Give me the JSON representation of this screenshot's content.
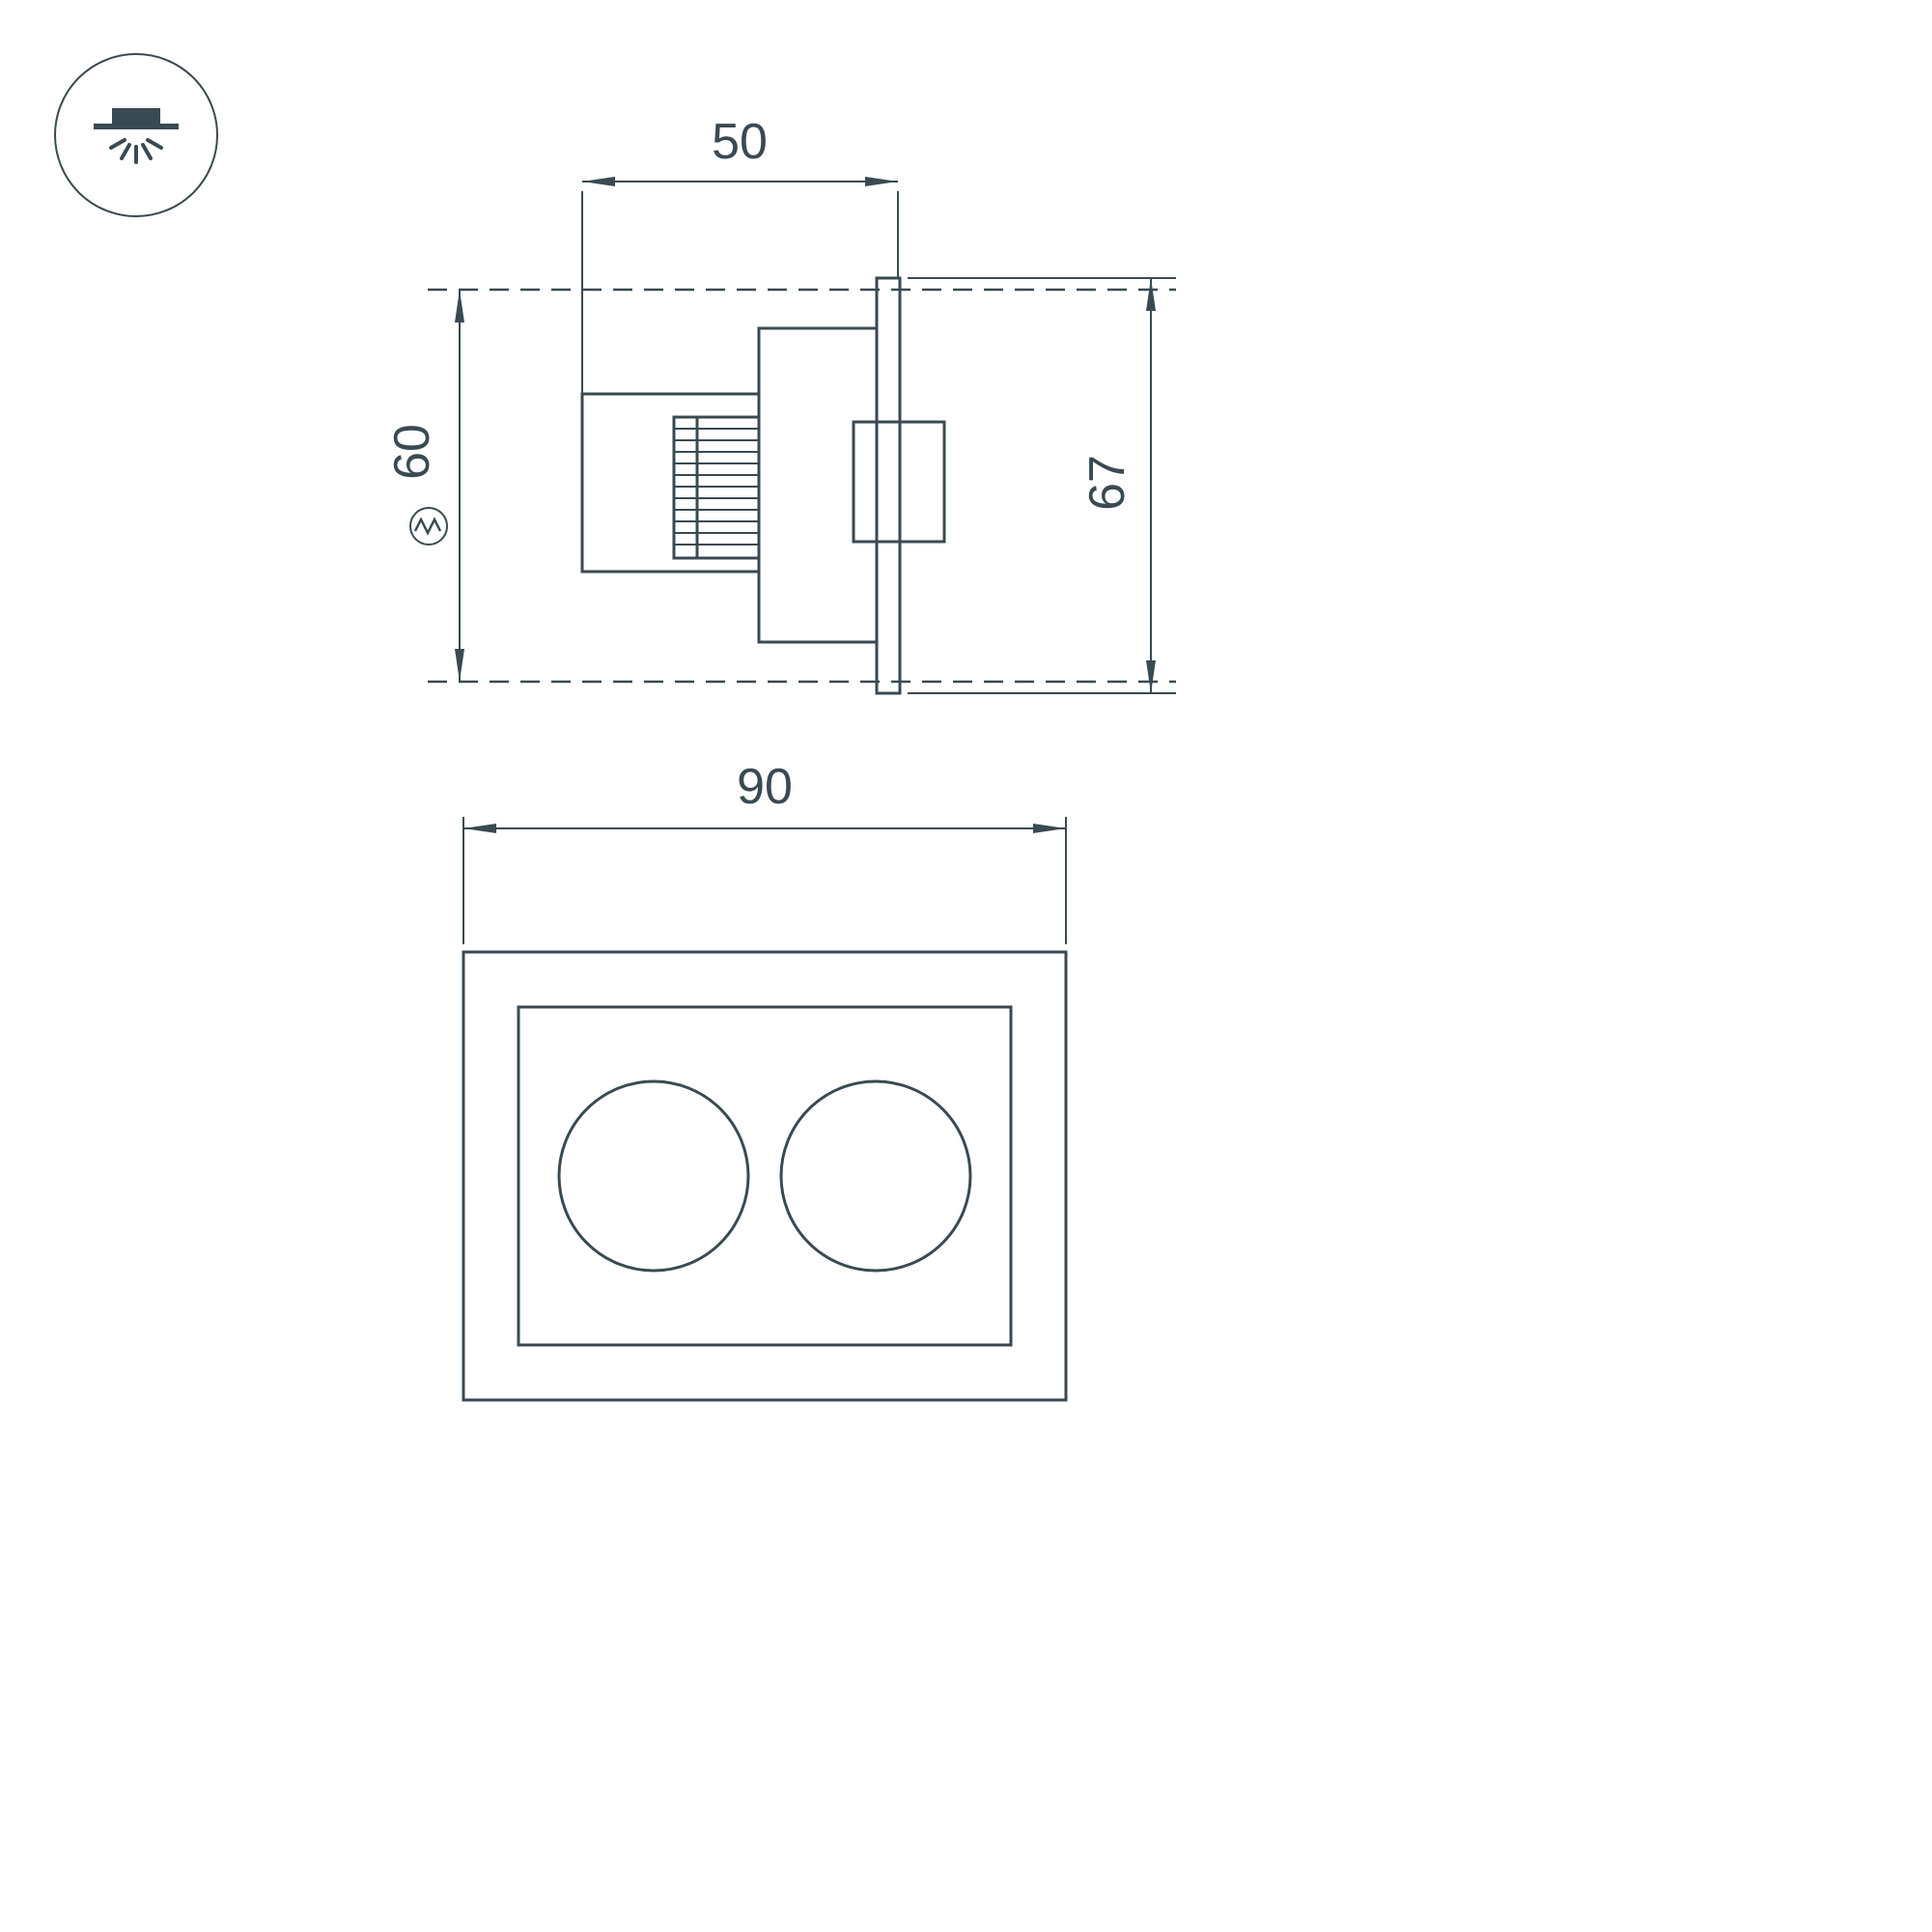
{
  "page": {
    "background": "#ffffff",
    "line_color": "#3a4a52"
  },
  "icons": {
    "corner_badge": "recessed-downlight-icon",
    "dim_cutout_symbol": "cutout-saw-icon"
  },
  "side_view": {
    "dims": {
      "top_width": "50",
      "cutout_height": "60",
      "overall_height": "67"
    }
  },
  "front_view": {
    "dims": {
      "width": "90"
    }
  }
}
